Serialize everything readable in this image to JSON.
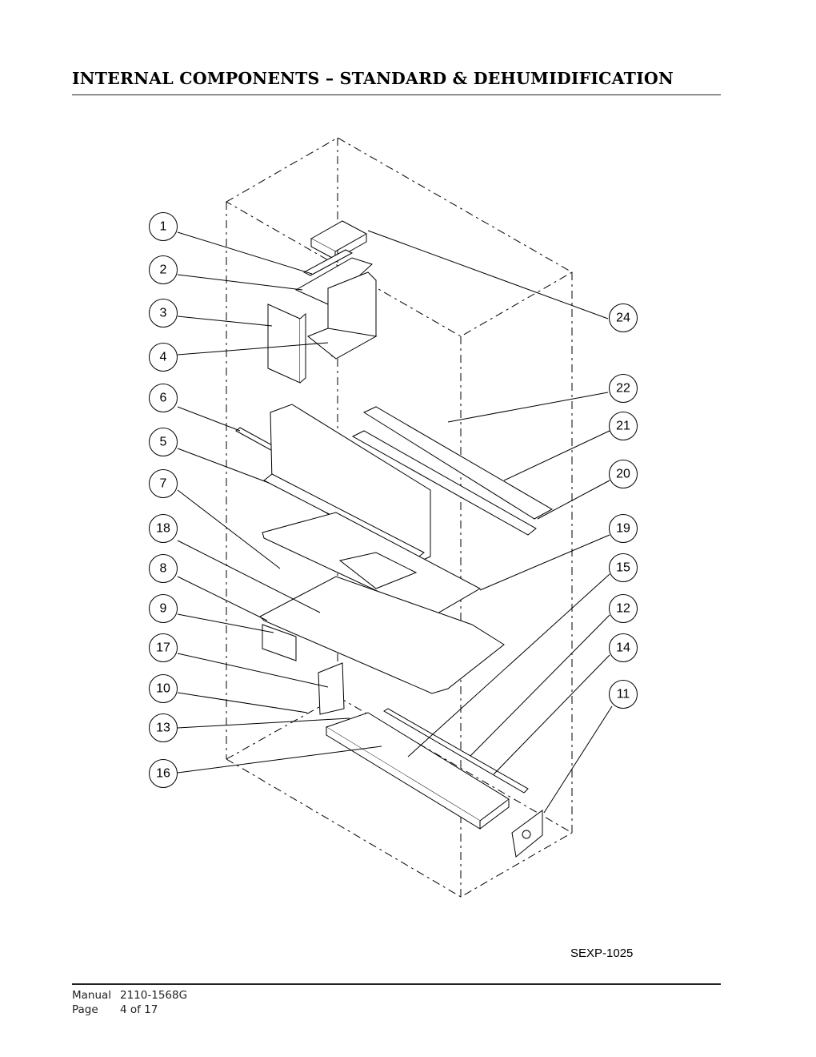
{
  "header": {
    "title": "INTERNAL COMPONENTS – STANDARD & DEHUMIDIFICATION"
  },
  "drawing": {
    "reference_code": "SEXP-1025",
    "callouts_left": [
      "1",
      "2",
      "3",
      "4",
      "6",
      "5",
      "7",
      "18",
      "8",
      "9",
      "17",
      "10",
      "13",
      "16"
    ],
    "callouts_right": [
      "24",
      "22",
      "21",
      "20",
      "19",
      "15",
      "12",
      "14",
      "11"
    ]
  },
  "footer": {
    "manual_label": "Manual",
    "manual_value": "2110-1568G",
    "page_label": "Page",
    "page_value": "4 of 17"
  }
}
